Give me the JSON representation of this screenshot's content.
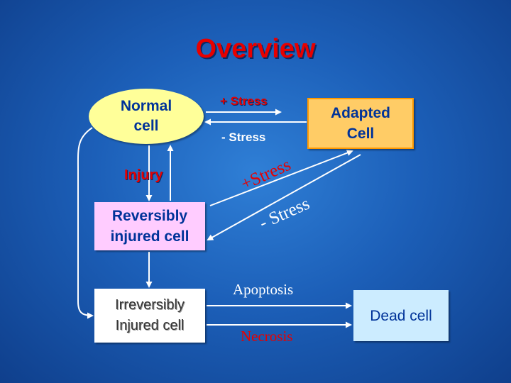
{
  "title": "Overview",
  "nodes": {
    "normal_cell": "Normal cell",
    "reversibly_injured": "Reversibly injured cell",
    "irreversibly_injured": "Irreversibly Injured cell",
    "adapted_cell": "Adapted Cell",
    "dead_cell": "Dead cell"
  },
  "labels": {
    "plus_stress": "+ Stress",
    "minus_stress": "- Stress",
    "injury": "Injury",
    "diag_plus_stress": "+Stress",
    "diag_minus_stress": "- Stress",
    "apoptosis": "Apoptosis",
    "necrosis": "Necrosis"
  },
  "colors": {
    "title_red": "#e60000",
    "normal_cell_fill": "#ffff99",
    "reversible_fill": "#ffccff",
    "adapted_fill": "#ffcc66",
    "dead_fill": "#ccecff",
    "node_text_blue": "#003399",
    "background": "#1c5fb8"
  }
}
